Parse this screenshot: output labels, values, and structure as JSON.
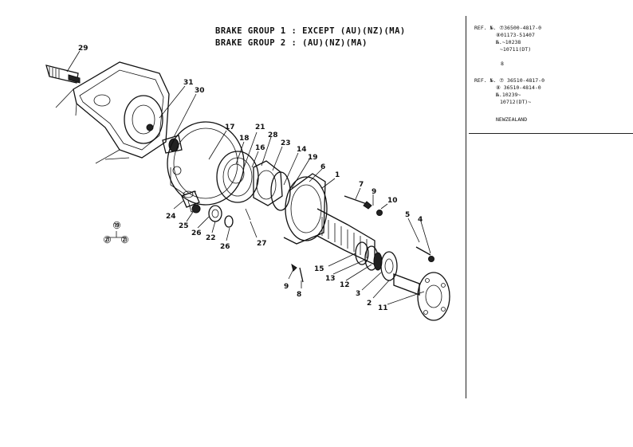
{
  "header": {
    "line1": "BRAKE GROUP 1 : EXCEPT (AU)(NZ)(MA)",
    "line2": "BRAKE GROUP 2 : (AU)(NZ)(MA)"
  },
  "side_notes": {
    "ref1_line1": "REF. №. ⑦36500-4817-0",
    "ref1_line2": "⑧01173-51407",
    "ref1_line3": "№.~10238",
    "ref1_line4": "~10711(DT)",
    "separator": "8",
    "ref2_line1": "REF. №. ⑦ 36510-4817-0",
    "ref2_line2": "⑧ 36510-4814-0",
    "ref2_line3": "№.10239~",
    "ref2_line4": "10712(DT)~",
    "region": "NEWZEALAND"
  },
  "legend": {
    "top": "⑲",
    "left": "㉑",
    "right": "㉑"
  },
  "parts": [
    {
      "n": "29"
    },
    {
      "n": "31"
    },
    {
      "n": "30"
    },
    {
      "n": "17"
    },
    {
      "n": "21"
    },
    {
      "n": "28"
    },
    {
      "n": "18"
    },
    {
      "n": "16"
    },
    {
      "n": "23"
    },
    {
      "n": "14"
    },
    {
      "n": "19"
    },
    {
      "n": "6"
    },
    {
      "n": "1"
    },
    {
      "n": "7"
    },
    {
      "n": "9"
    },
    {
      "n": "10"
    },
    {
      "n": "5"
    },
    {
      "n": "4"
    },
    {
      "n": "24"
    },
    {
      "n": "25"
    },
    {
      "n": "26"
    },
    {
      "n": "22"
    },
    {
      "n": "26"
    },
    {
      "n": "27"
    },
    {
      "n": "15"
    },
    {
      "n": "13"
    },
    {
      "n": "12"
    },
    {
      "n": "3"
    },
    {
      "n": "2"
    },
    {
      "n": "11"
    },
    {
      "n": "9"
    },
    {
      "n": "8"
    }
  ]
}
